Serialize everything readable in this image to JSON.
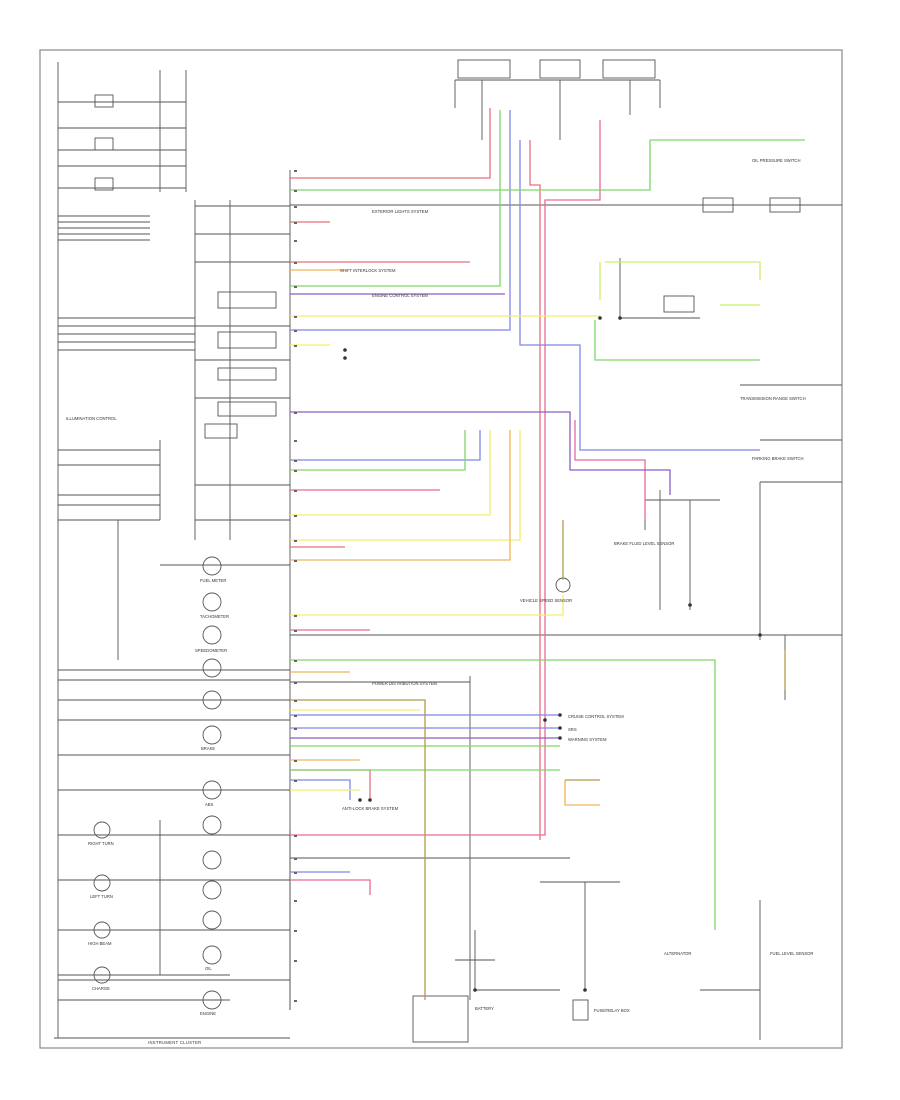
{
  "diagram": {
    "title_footer": "INSTRUMENT CLUSTER",
    "colors": {
      "frame": "#777777",
      "black": "#444444",
      "red": "#e8707c",
      "pink": "#e86a9a",
      "blue": "#7f88e8",
      "purple": "#8b5fc6",
      "green": "#7ed66b",
      "lime": "#c8f06a",
      "yellow": "#f3ef6a",
      "orange": "#f2b25b",
      "brown": "#b39a4a",
      "gray": "#999999"
    },
    "gauges": [
      {
        "label": "FUEL METER"
      },
      {
        "label": "TACHOMETER"
      },
      {
        "label": "SPEEDOMETER"
      },
      {
        "label": "BRAKE"
      },
      {
        "label": "ABS"
      },
      {
        "label": "RIGHT TURN"
      },
      {
        "label": "LEFT TURN"
      },
      {
        "label": "HIGH BEAM"
      },
      {
        "label": "CHARGE"
      },
      {
        "label": "OIL"
      },
      {
        "label": "ENGINE"
      }
    ],
    "systems": [
      {
        "label": "ENGINE CONTROL SYSTEM"
      },
      {
        "label": "SHIFT INTERLOCK SYSTEM"
      },
      {
        "label": "EXTERIOR LIGHTS SYSTEM"
      },
      {
        "label": "POWER DISTRIBUTION SYSTEM"
      },
      {
        "label": "CRUISE CONTROL SYSTEM"
      },
      {
        "label": "SRS"
      },
      {
        "label": "WARNING SYSTEM"
      },
      {
        "label": "ANTI-LOCK BRAKE SYSTEM"
      }
    ],
    "components": [
      {
        "label": "TRANSMISSION RANGE SWITCH"
      },
      {
        "label": "OIL PRESSURE SWITCH"
      },
      {
        "label": "PARKING BRAKE SWITCH"
      },
      {
        "label": "BRAKE FLUID LEVEL SENSOR"
      },
      {
        "label": "FUEL LEVEL SENSOR"
      },
      {
        "label": "VEHICLE SPEED SENSOR"
      },
      {
        "label": "ILLUMINATION CONTROL"
      },
      {
        "label": "ALTERNATOR"
      },
      {
        "label": "BATTERY"
      },
      {
        "label": "FUSE/RELAY BOX"
      }
    ]
  }
}
